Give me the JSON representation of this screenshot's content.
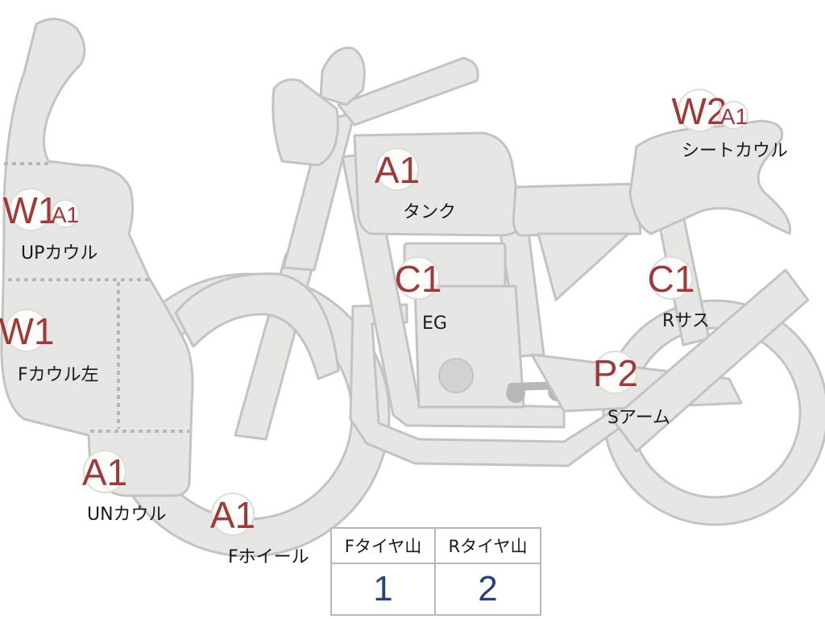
{
  "labels": {
    "up_cowl": {
      "grade": "W1",
      "sub": "A1",
      "name": "UPカウル"
    },
    "f_cowl_left": {
      "grade": "W1",
      "name": "Fカウル左"
    },
    "un_cowl": {
      "grade": "A1",
      "name": "UNカウル"
    },
    "f_wheel": {
      "grade": "A1",
      "name": "Fホイール"
    },
    "tank": {
      "grade": "A1",
      "name": "タンク"
    },
    "engine": {
      "grade": "C1",
      "name": "EG"
    },
    "r_sus": {
      "grade": "C1",
      "name": "Rサス"
    },
    "s_arm": {
      "grade": "P2",
      "name": "Sアーム"
    },
    "seat_cowl": {
      "grade": "W2",
      "sub": "A1",
      "name": "シートカウル"
    }
  },
  "tire_table": {
    "headers": [
      "Fタイヤ山",
      "Rタイヤ山"
    ],
    "values": [
      "1",
      "2"
    ]
  },
  "colors": {
    "part_fill": "#e6e6e4",
    "part_stroke": "#c3c3c1",
    "grade_text": "#a03a3a",
    "tire_value": "#2a4080"
  }
}
